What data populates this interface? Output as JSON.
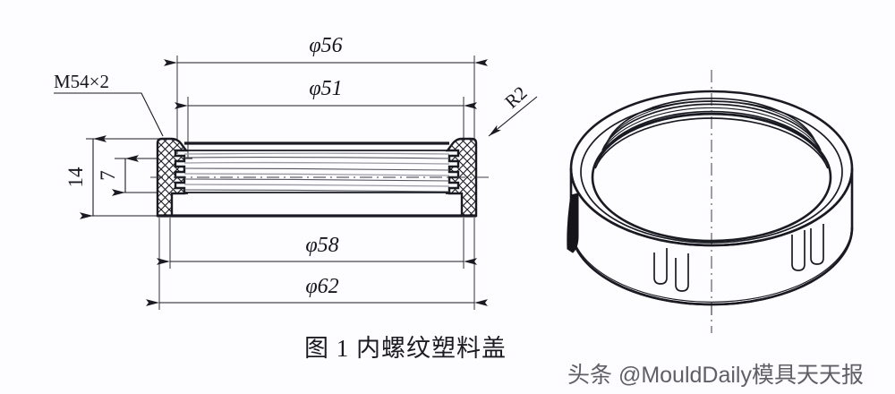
{
  "figure": {
    "caption": "图 1    内螺纹塑料盖",
    "background_color": "#fdfdff",
    "line_color": "#1a1a22"
  },
  "dimensions": {
    "thread_spec": "M54×2",
    "radius_note": "R2",
    "outer_top_diameter": "φ56",
    "inner_top_diameter": "φ51",
    "inner_bottom_diameter": "φ58",
    "outer_bottom_diameter": "φ62",
    "total_height": "14",
    "thread_height": "7"
  },
  "views": {
    "section_view_name": "cross-section",
    "isometric_view_name": "isometric-cap"
  },
  "watermark": {
    "text": "头条 @MouldDaily模具天天报"
  }
}
